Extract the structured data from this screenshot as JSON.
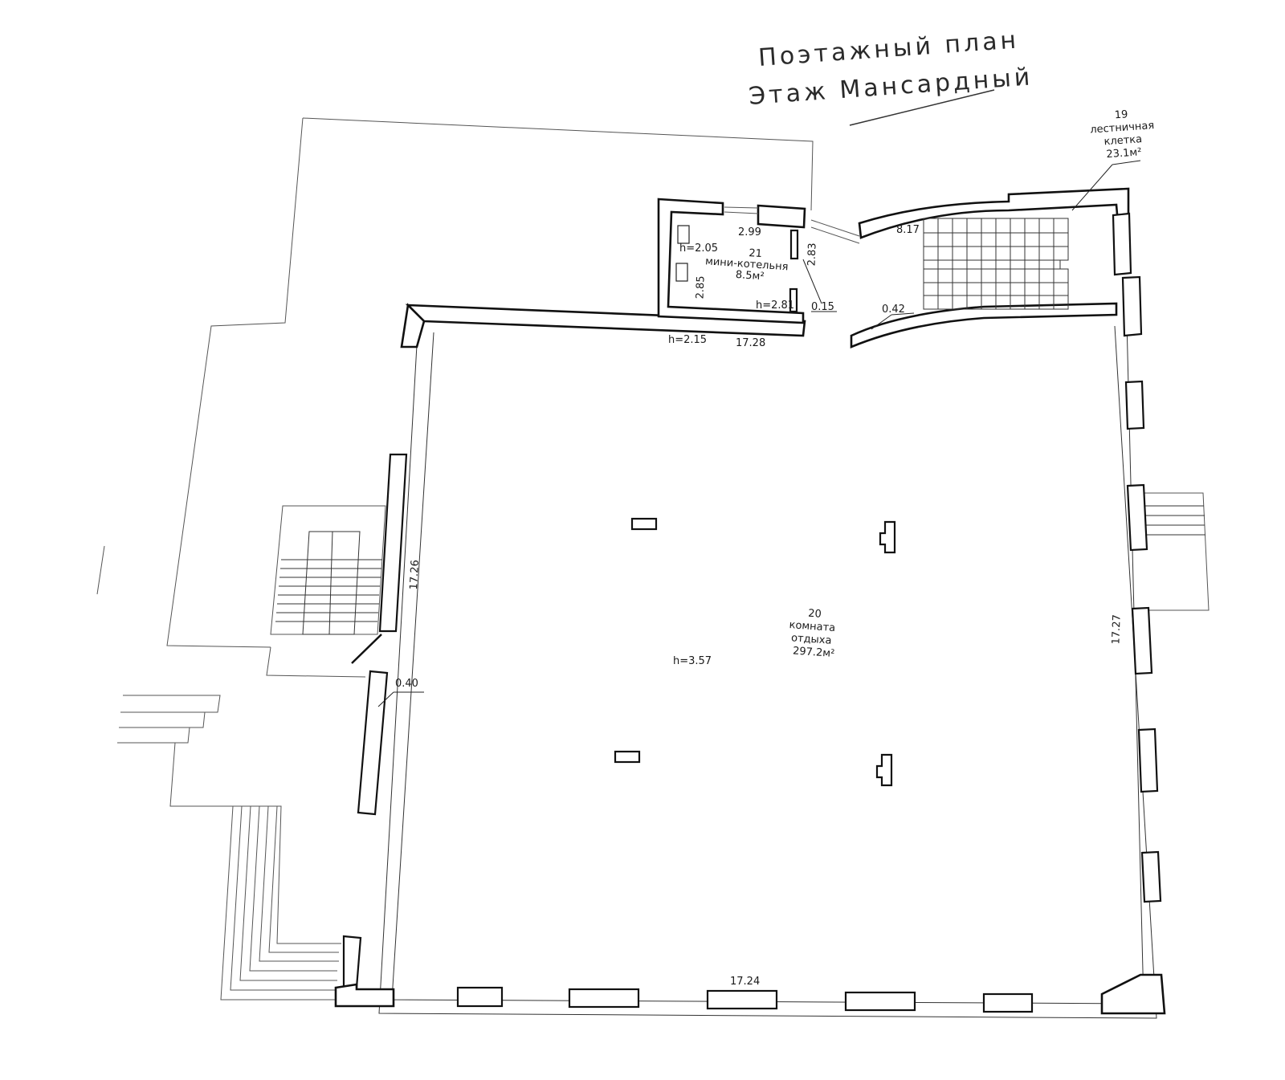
{
  "title": {
    "line1": "Поэтажный план",
    "line2": "Этаж Мансардный"
  },
  "rooms": {
    "stair": {
      "number": "19",
      "name_line1": "лестничная",
      "name_line2": "клетка",
      "area": "23.1м²"
    },
    "boiler": {
      "number": "21",
      "name": "мини-котельня",
      "area": "8.5м²"
    },
    "lounge": {
      "number": "20",
      "name_line1": "комната",
      "name_line2": "отдыха",
      "area": "297.2м²",
      "height": "h=3.57"
    }
  },
  "dimensions": {
    "boiler_top": "2.99",
    "boiler_right": "2.83",
    "boiler_left": "2.85",
    "boiler_h_left": "h=2.05",
    "boiler_h_right": "h=2.81",
    "boiler_wall": "0.15",
    "top_wall_h": "h=2.15",
    "top_wall": "17.28",
    "stair_top": "8.17",
    "stair_wall": "0.42",
    "left_wall": "17.26",
    "left_thickness": "0.40",
    "right_wall": "17.27",
    "bottom_wall": "17.24"
  },
  "colors": {
    "line": "#111111",
    "paper": "#ffffff"
  }
}
